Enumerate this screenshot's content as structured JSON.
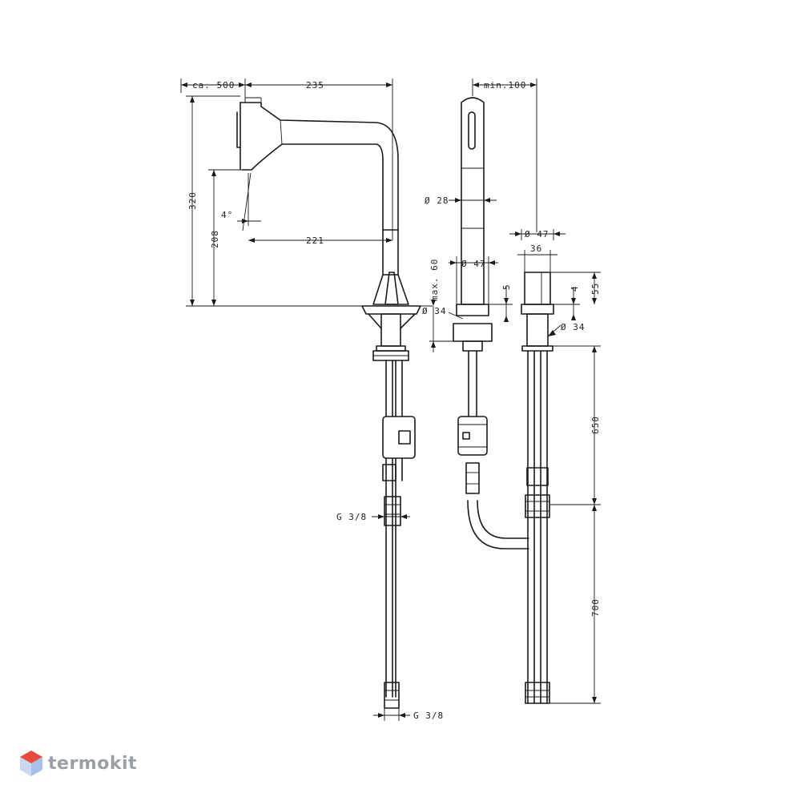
{
  "dimensions": {
    "ca500": "ca. 500",
    "d235": "235",
    "d320": "320",
    "d208": "208",
    "d4deg": "4°",
    "d221": "221",
    "min100": "min.100",
    "dia28": "Ø 28",
    "max60": "max. 60",
    "dia47_mid": "Ø 47",
    "dia34_left": "Ø 34",
    "d5": "5",
    "dia47_right": "Ø 47",
    "d36": "36",
    "d4": "4",
    "d55": "55",
    "dia34_right": "Ø 34",
    "d650": "650",
    "d700": "700",
    "g38_upper": "G 3/8",
    "g38_lower": "G 3/8"
  },
  "watermark": {
    "brand": "termokit",
    "icon": "hexagon-logo-icon",
    "accent_color": "#e74c3c"
  }
}
